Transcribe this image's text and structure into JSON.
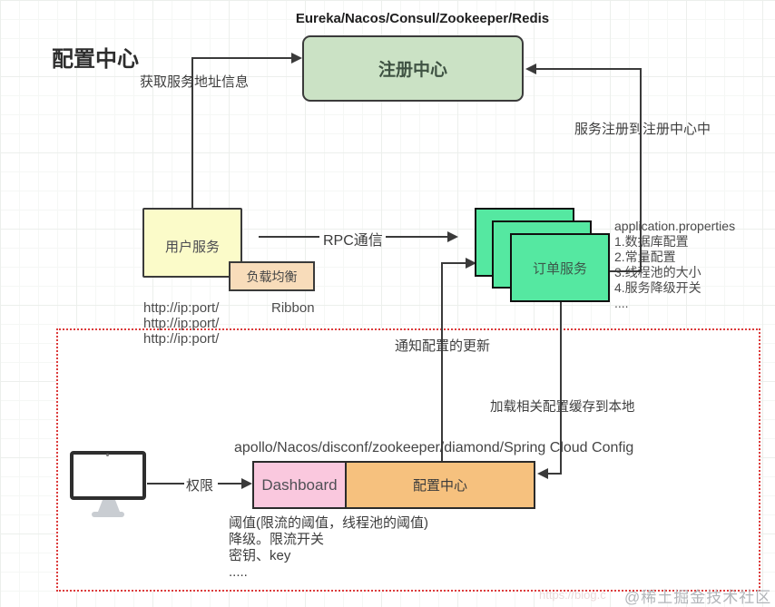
{
  "diagram": {
    "top_title": "Eureka/Nacos/Consul/Zookeeper/Redis",
    "heading": "配置中心",
    "nodes": {
      "registry": "注册中心",
      "user_service": "用户服务",
      "load_balancer": "负载均衡",
      "order_service": "订单服务",
      "dashboard": "Dashboard",
      "config_center": "配置中心"
    },
    "edges": {
      "get_addr": "获取服务地址信息",
      "register": "服务注册到注册中心中",
      "rpc": "RPC通信",
      "notify_update": "通知配置的更新",
      "load_cache": "加载相关配置缓存到本地",
      "permission": "权限"
    },
    "annotations": {
      "ribbon": "Ribbon",
      "http_endpoints": [
        "http://ip:port/",
        "http://ip:port/",
        "http://ip:port/"
      ],
      "app_properties_title": "application.properties",
      "app_properties_items": [
        "1.数据库配置",
        "2.常量配置",
        "3.线程池的大小",
        "4.服务降级开关",
        "...."
      ],
      "config_tools": "apollo/Nacos/disconf/zookeeper/diamond/Spring Cloud Config",
      "config_items": [
        "阈值(限流的阈值，线程池的阈值)",
        "降级。限流开关",
        "密钥、key",
        "....."
      ]
    },
    "watermark": "@稀土掘金技术社区",
    "watermark_faint": "https://blog.c",
    "colors": {
      "registry_bg": "#cbe2c5",
      "user_service_bg": "#fbfbc9",
      "load_balancer_bg": "#f8dcba",
      "order_service_bg": "#55e8a1",
      "dashboard_bg": "#fac8de",
      "config_center_bg": "#f6c17e",
      "boundary_border": "#dc3b3b",
      "line": "#3a3a3a"
    }
  }
}
